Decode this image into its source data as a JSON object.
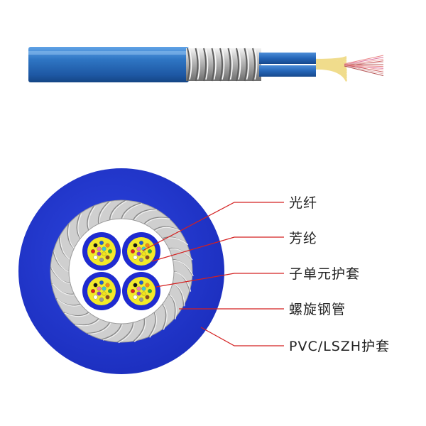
{
  "labels": {
    "fiber": "光纤",
    "aramid": "芳纶",
    "subunit_jacket": "子单元护套",
    "spiral_steel_tube": "螺旋钢管",
    "outer_jacket": "PVC/LSZH护套"
  },
  "colors": {
    "jacket_blue": "#2a3fd0",
    "cable_blue": "#2f76c4",
    "steel_gray": "#c8c8c8",
    "subunit_blue": "#1f2bd0",
    "aramid_yellow": "#f3ea2a",
    "leader_red": "#d42020",
    "text": "#222222"
  },
  "fiber_colors": [
    "#1f5fd0",
    "#f08a1c",
    "#2fa83a",
    "#8b4a1c",
    "#9a9a9a",
    "#ffffff",
    "#e02020",
    "#111111",
    "#f2e21a",
    "#8a3fc0",
    "#f07ab0",
    "#40c8d0"
  ]
}
